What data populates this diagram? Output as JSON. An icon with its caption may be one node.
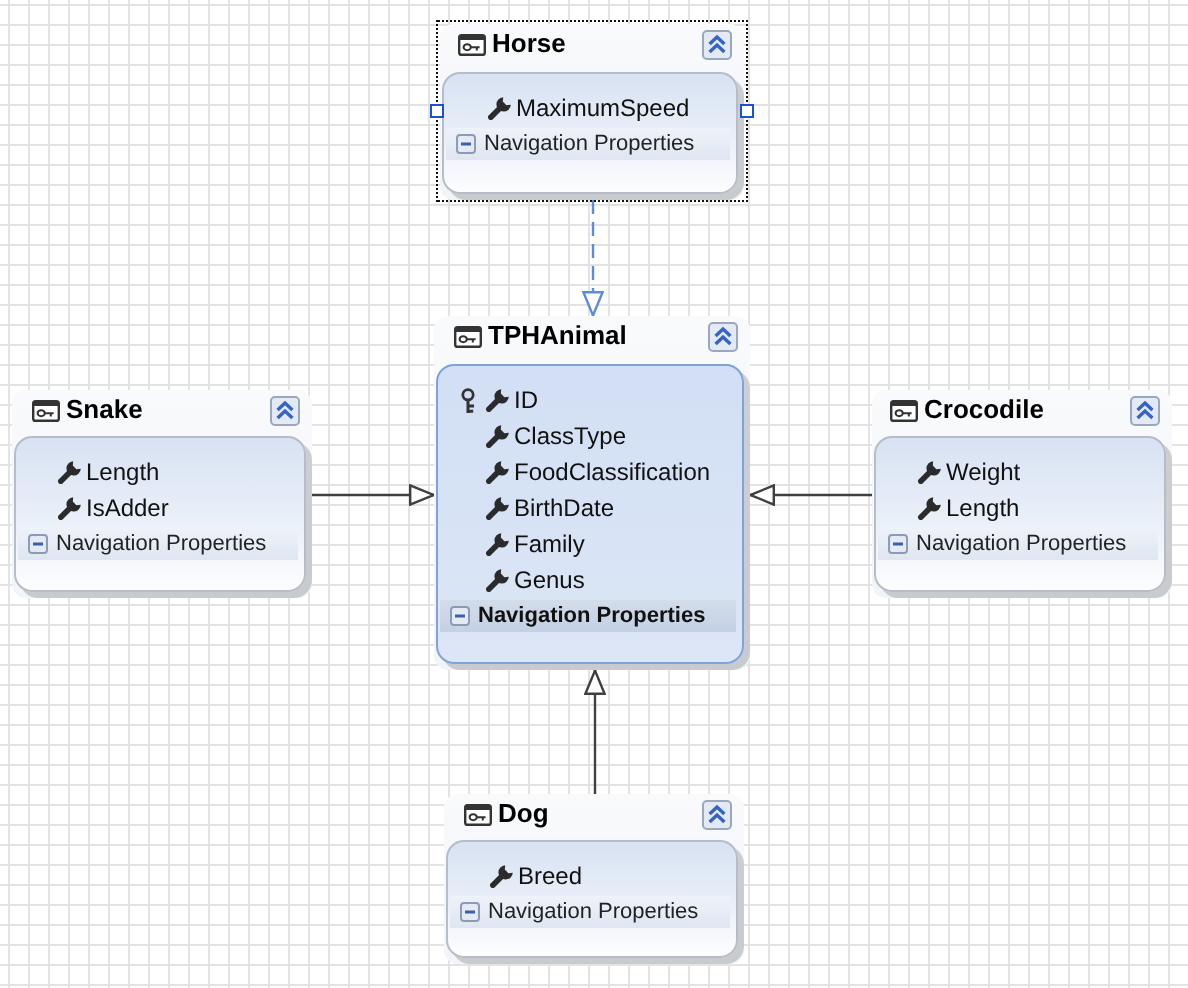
{
  "diagram": {
    "nodes": [
      {
        "text": [
          "Horse",
          "MaximumSpeed",
          "Navigation Properties"
        ]
      },
      {
        "text": [
          "TPHAnimal",
          "ID",
          "ClassType",
          "FoodClassification",
          "BirthDate",
          "Family",
          "Genus",
          "Navigation Properties"
        ]
      },
      {
        "text": [
          "Snake",
          "Length",
          "IsAdder",
          "Navigation Properties"
        ]
      },
      {
        "text": [
          "Crocodile",
          "Weight",
          "Length",
          "Navigation Properties"
        ]
      },
      {
        "text": [
          "Dog",
          "Breed",
          "Navigation Properties"
        ]
      }
    ],
    "edges": [
      {
        "from": 0,
        "to": 1,
        "arrow": "to",
        "style": "dashed",
        "color": "#5b8bd9"
      },
      {
        "from": 2,
        "to": 1,
        "arrow": "to"
      },
      {
        "from": 3,
        "to": 1,
        "arrow": "to"
      },
      {
        "from": 4,
        "to": 1,
        "arrow": "to"
      }
    ]
  }
}
